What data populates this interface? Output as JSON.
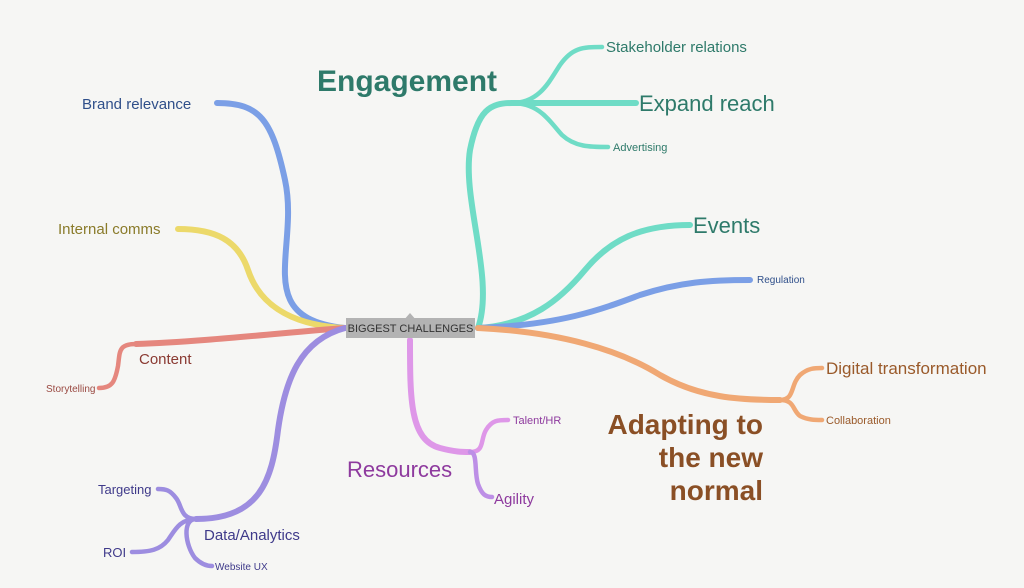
{
  "center": "BIGGEST CHALLENGES",
  "branches": {
    "brand_relevance": "Brand relevance",
    "internal_comms": "Internal comms",
    "content": "Content",
    "storytelling": "Storytelling",
    "data_analytics": "Data/Analytics",
    "targeting": "Targeting",
    "roi": "ROI",
    "website_ux": "Website UX",
    "resources": "Resources",
    "talent_hr": "Talent/HR",
    "agility": "Agility",
    "engagement": "Engagement",
    "stakeholder_relations": "Stakeholder relations",
    "expand_reach": "Expand reach",
    "advertising": "Advertising",
    "events": "Events",
    "regulation": "Regulation",
    "adapting_line1": "Adapting to",
    "adapting_line2": "the new",
    "adapting_line3": "normal",
    "digital_transformation": "Digital transformation",
    "collaboration": "Collaboration"
  },
  "colors": {
    "blue": "#7b9fe6",
    "yellow": "#ecd96a",
    "red": "#e5877e",
    "purple": "#9d8de0",
    "pink": "#de97e8",
    "teal": "#6fdcc6",
    "orange": "#f0a874",
    "center_fill": "#b3b3b3"
  }
}
